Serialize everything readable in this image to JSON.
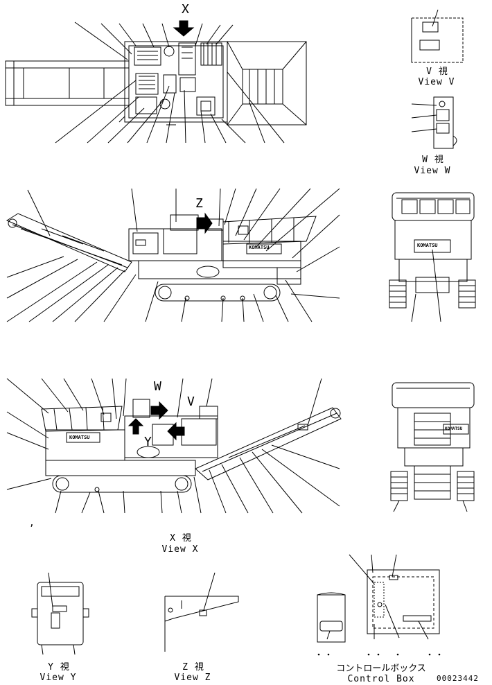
{
  "arrows": {
    "x": "X",
    "z": "Z",
    "w": "W",
    "v": "V",
    "y": "Y"
  },
  "views": {
    "v_jp": "V 視",
    "v_en": "View V",
    "w_jp": "W 視",
    "w_en": "View W",
    "x_jp": "X 視",
    "x_en": "View X",
    "y_jp": "Y 視",
    "y_en": "View Y",
    "z_jp": "Z 視",
    "z_en": "View Z",
    "cb_jp": "コントロールボックス",
    "cb_en": "Control Box"
  },
  "stray_mark": ",",
  "logo_text": "KOMATSU",
  "drawing_number": "00023442"
}
